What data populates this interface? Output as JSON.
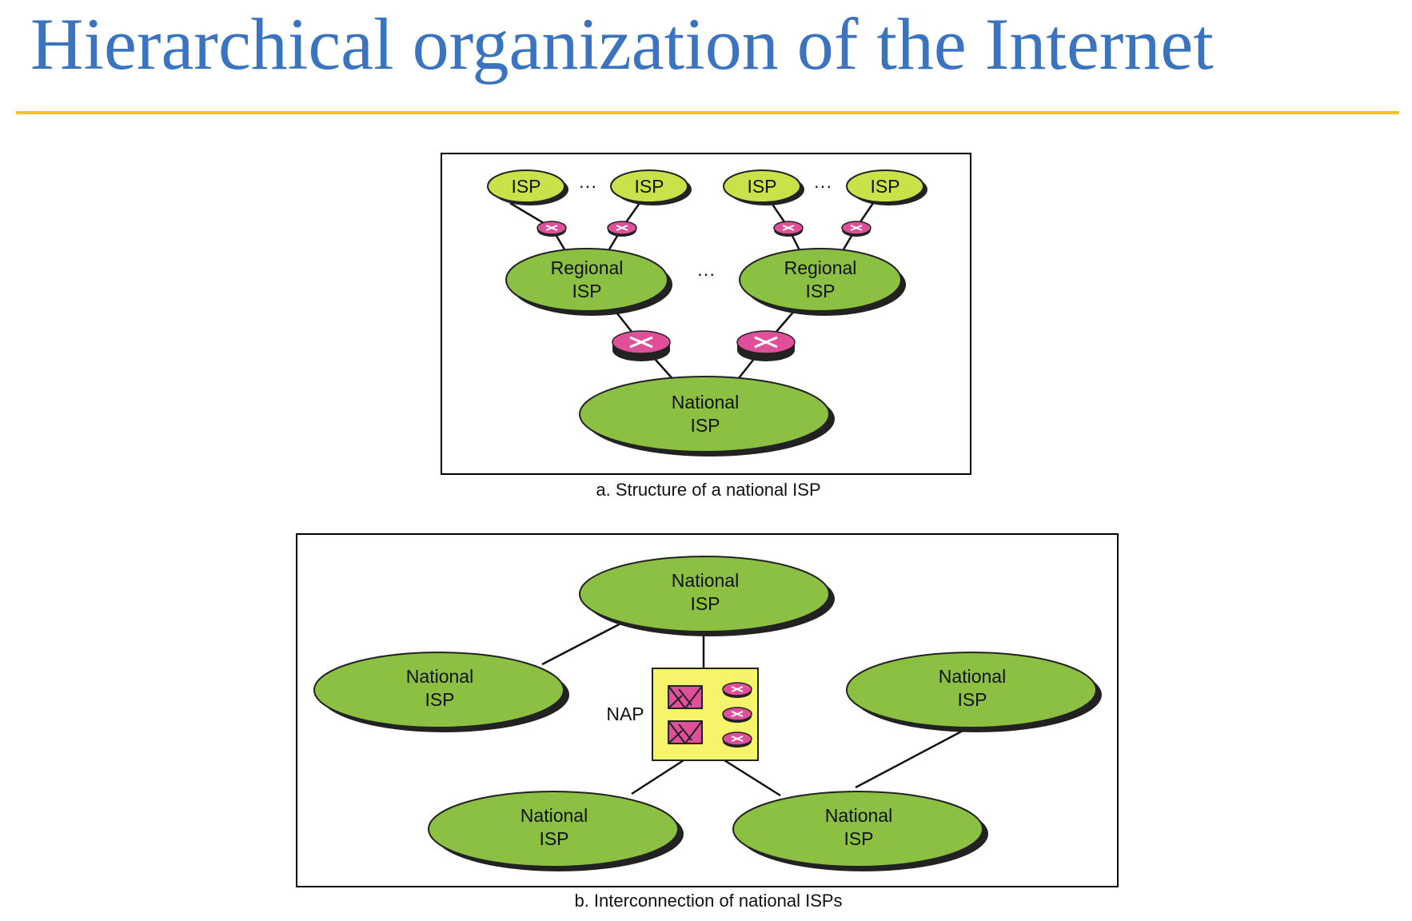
{
  "slide": {
    "title": "Hierarchical organization of the Internet"
  },
  "colors": {
    "title": "#3a74c0",
    "rule": "#f0c235",
    "isp_fill": "#8cc043",
    "small_isp_fill": "#c9e24a",
    "router_fill": "#e0509a",
    "nap_fill": "#f6f46a"
  },
  "panel_a": {
    "caption": "a. Structure of a national ISP",
    "isp_label": "ISP",
    "regional_line1": "Regional",
    "regional_line2": "ISP",
    "national_line1": "National",
    "national_line2": "ISP",
    "ellipsis": "···"
  },
  "panel_b": {
    "caption": "b. Interconnection of national ISPs",
    "national_line1": "National",
    "national_line2": "ISP",
    "nap_label": "NAP"
  }
}
